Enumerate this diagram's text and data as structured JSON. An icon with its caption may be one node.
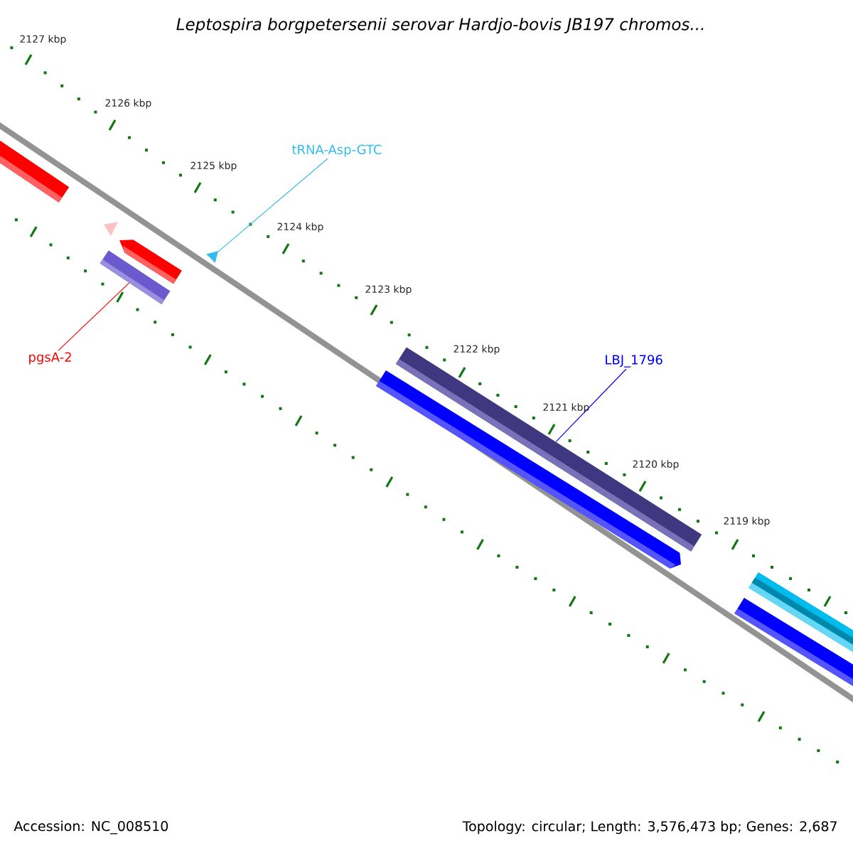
{
  "diagram": {
    "title": "Leptospira borgpetersenii serovar Hardjo-bovis JB197 chromos...",
    "nodes": [
      {
        "text": [
          "tRNA-Asp-GTC"
        ]
      },
      {
        "text": [],
        "shape": "triangle"
      },
      {
        "text": [
          "pgsA-2"
        ]
      },
      {
        "text": [],
        "shape": "bar"
      },
      {
        "text": [
          "LBJ_1796"
        ]
      },
      {
        "text": [],
        "shape": "bar"
      }
    ],
    "edges": [
      {
        "from": 0,
        "to": 1,
        "arrow": "none",
        "color": "#33bbee"
      },
      {
        "from": 2,
        "to": 3,
        "arrow": "none",
        "color": "#ff0000"
      },
      {
        "from": 4,
        "to": 5,
        "arrow": "none",
        "color": "#0000ff"
      }
    ],
    "labels": [
      "2127 kbp",
      "2126 kbp",
      "2125 kbp",
      "2124 kbp",
      "2123 kbp",
      "2122 kbp",
      "2121 kbp",
      "2120 kbp",
      "2119 kbp",
      "Accession: NC_008510",
      "Topology: circular; Length: 3,576,473 bp; Genes: 2,687"
    ]
  }
}
